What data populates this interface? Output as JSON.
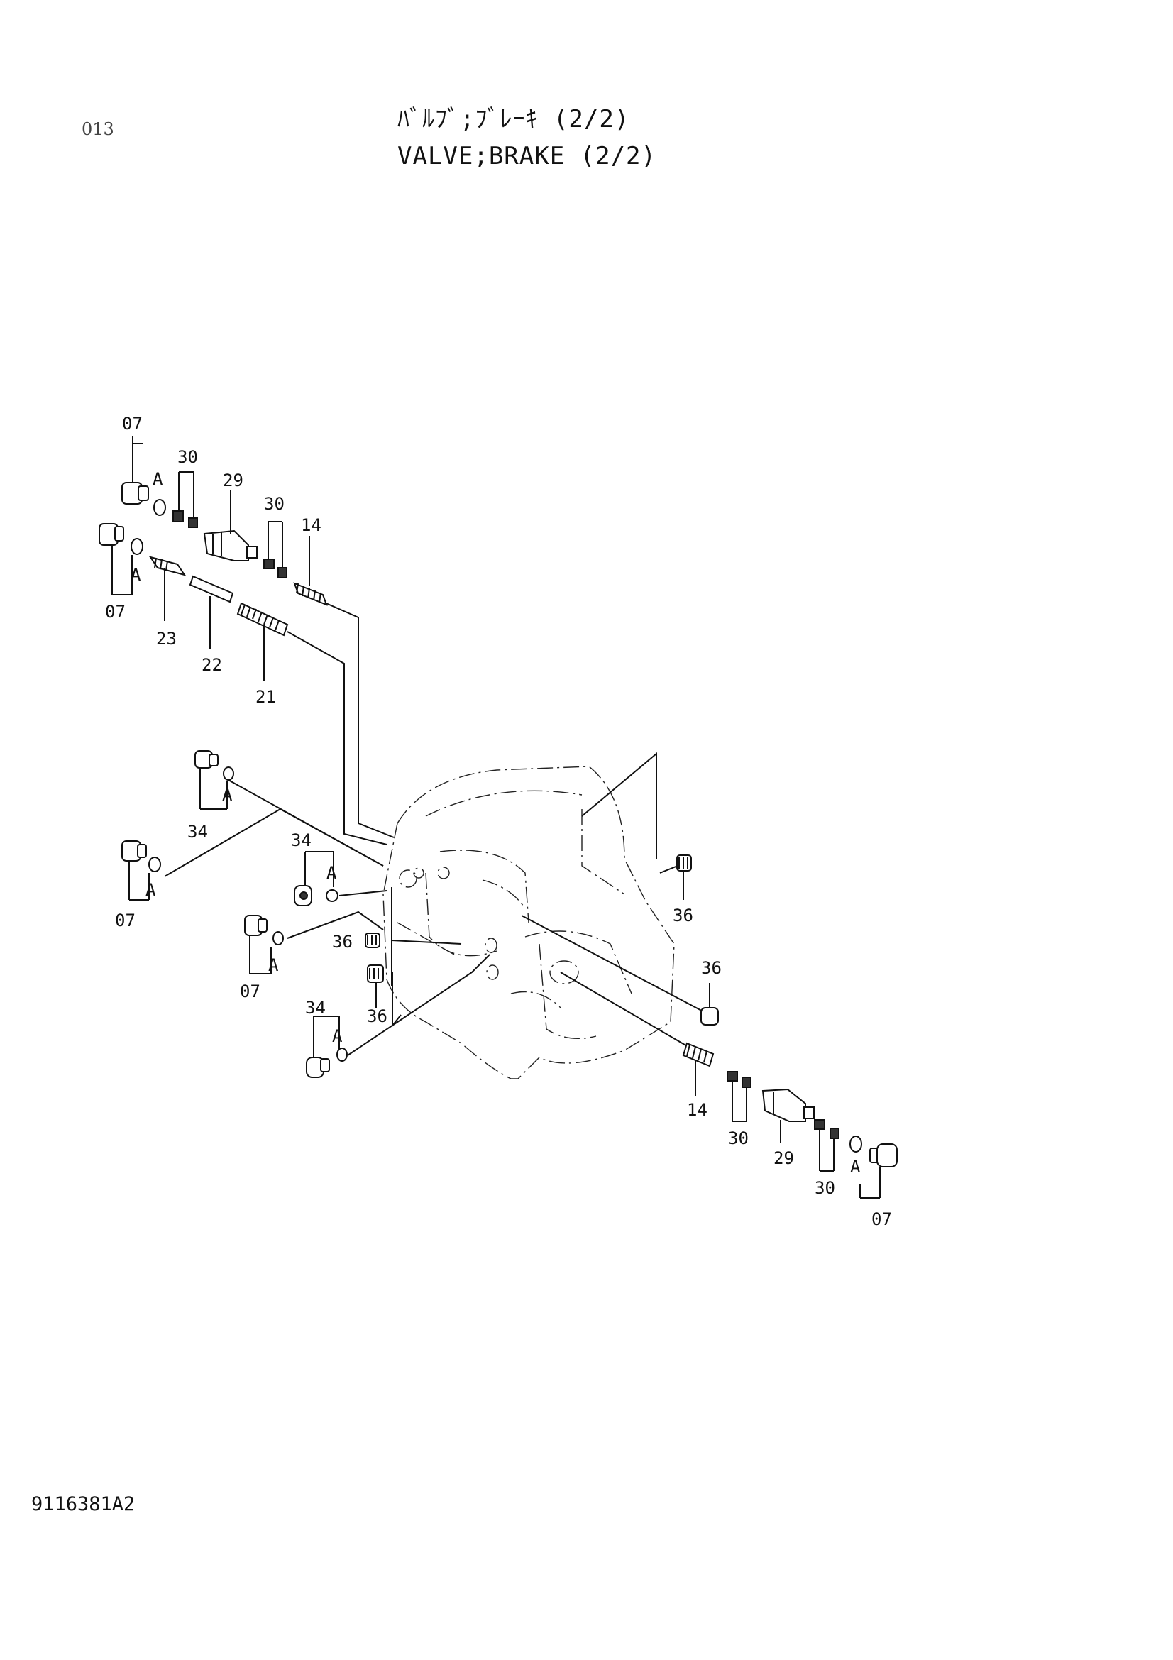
{
  "page_code": "013",
  "title_jp": "ﾊﾞﾙﾌﾞ;ﾌﾞﾚｰｷ (2/2)",
  "title_en": "VALVE;BRAKE (2/2)",
  "drawing_code": "9116381A2",
  "labels": {
    "l07a": "07",
    "l30a": "30",
    "lAa": "A",
    "l29a": "29",
    "l30b": "30",
    "l14a": "14",
    "lAb": "A",
    "l07b": "07",
    "l23": "23",
    "l22": "22",
    "l21": "21",
    "lAc": "A",
    "l34a": "34",
    "l07c": "07",
    "lAd": "A",
    "l34b": "34",
    "lAe": "A",
    "l36a": "36",
    "l36b": "36",
    "l36c": "36",
    "l36d": "36",
    "l07d": "07",
    "lAf": "A",
    "l34c": "34",
    "lAg": "A",
    "l14b": "14",
    "l30c": "30",
    "l29b": "29",
    "l30d": "30",
    "lAh": "A",
    "l07e": "07"
  }
}
